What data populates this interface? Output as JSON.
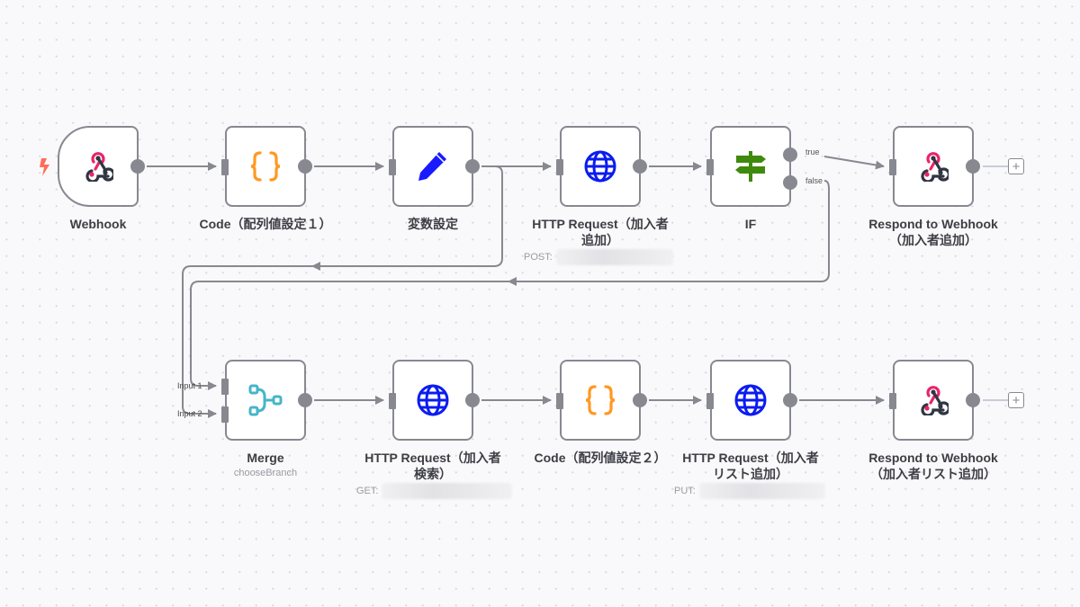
{
  "workflow": {
    "nodes": [
      {
        "id": "webhook",
        "label": "Webhook",
        "icon": "webhook-icon",
        "trigger": true
      },
      {
        "id": "code1",
        "label": "Code（配列値設定１）",
        "icon": "code-braces-icon"
      },
      {
        "id": "setvars",
        "label": "変数設定",
        "icon": "pencil-icon"
      },
      {
        "id": "http_add",
        "label": "HTTP Request（加入者\n追加）",
        "icon": "globe-icon",
        "method": "POST:"
      },
      {
        "id": "if",
        "label": "IF",
        "icon": "signpost-icon",
        "outputs": [
          "true",
          "false"
        ]
      },
      {
        "id": "respond1",
        "label": "Respond to Webhook\n（加入者追加）",
        "icon": "webhook-icon"
      },
      {
        "id": "merge",
        "label": "Merge",
        "sublabel": "chooseBranch",
        "icon": "merge-icon",
        "inputs": [
          "Input 1",
          "Input 2"
        ]
      },
      {
        "id": "http_search",
        "label": "HTTP Request（加入者\n検索）",
        "icon": "globe-icon",
        "method": "GET:"
      },
      {
        "id": "code2",
        "label": "Code（配列値設定２）",
        "icon": "code-braces-icon"
      },
      {
        "id": "http_list",
        "label": "HTTP Request（加入者\nリスト追加）",
        "icon": "globe-icon",
        "method": "PUT:"
      },
      {
        "id": "respond2",
        "label": "Respond to Webhook\n（加入者リスト追加）",
        "icon": "webhook-icon"
      }
    ],
    "connections": [
      {
        "from": "webhook",
        "to": "code1"
      },
      {
        "from": "code1",
        "to": "setvars"
      },
      {
        "from": "setvars",
        "to": "http_add"
      },
      {
        "from": "setvars",
        "to": "merge",
        "input": "Input 2"
      },
      {
        "from": "http_add",
        "to": "if"
      },
      {
        "from": "if",
        "output": "true",
        "to": "respond1"
      },
      {
        "from": "if",
        "output": "false",
        "to": "merge",
        "input": "Input 1"
      },
      {
        "from": "merge",
        "to": "http_search"
      },
      {
        "from": "http_search",
        "to": "code2"
      },
      {
        "from": "code2",
        "to": "http_list"
      },
      {
        "from": "http_list",
        "to": "respond2"
      }
    ],
    "add_node_symbol": "+",
    "colors": {
      "edge": "#888891",
      "node_border": "#888891",
      "trigger_bolt": "#ff6d5a",
      "webhook_pink": "#e8246b",
      "webhook_dark": "#2f3542",
      "code_orange": "#ff9922",
      "pencil_blue": "#1a1aff",
      "globe_blue": "#0b1cf0",
      "if_green": "#3f8a0c",
      "merge_teal": "#45b5c9"
    }
  },
  "labels": {
    "webhook": "Webhook",
    "code1": "Code（配列値設定１）",
    "setvars": "変数設定",
    "http_add_1": "HTTP Request（加入者",
    "http_add_2": "追加）",
    "http_add_method": "POST:",
    "if": "IF",
    "if_true": "true",
    "if_false": "false",
    "respond1_1": "Respond to Webhook",
    "respond1_2": "（加入者追加）",
    "merge": "Merge",
    "merge_sub": "chooseBranch",
    "merge_in1": "Input 1",
    "merge_in2": "Input 2",
    "http_search_1": "HTTP Request（加入者",
    "http_search_2": "検索）",
    "http_search_method": "GET:",
    "code2": "Code（配列値設定２）",
    "http_list_1": "HTTP Request（加入者",
    "http_list_2": "リスト追加）",
    "http_list_method": "PUT:",
    "respond2_1": "Respond to Webhook",
    "respond2_2": "（加入者リスト追加）",
    "plus": "+"
  }
}
